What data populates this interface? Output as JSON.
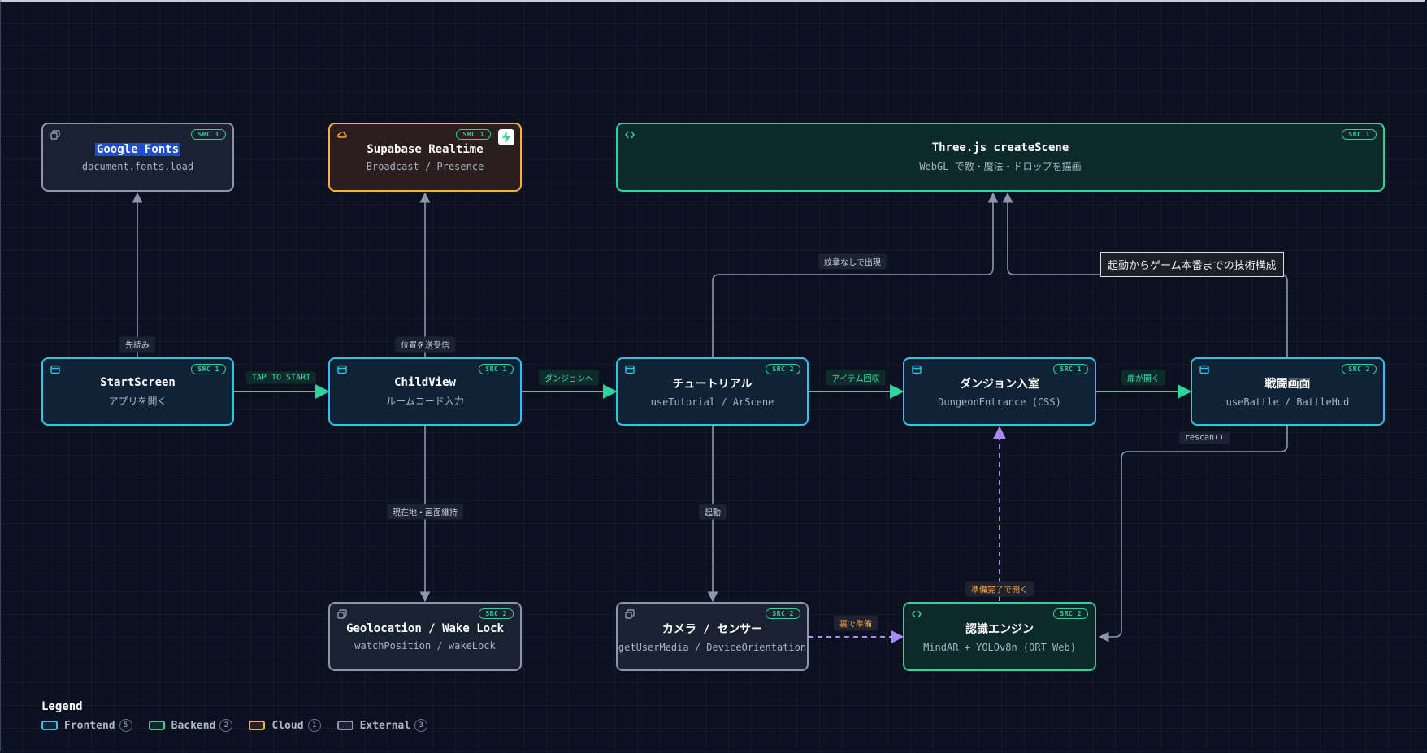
{
  "nodes": {
    "google_fonts": {
      "title": "Google Fonts",
      "sub": "document.fonts.load",
      "src": "SRC 1"
    },
    "supabase": {
      "title": "Supabase Realtime",
      "sub": "Broadcast / Presence",
      "src": "SRC 1"
    },
    "threejs": {
      "title": "Three.js createScene",
      "sub": "WebGL で敵・魔法・ドロップを描画",
      "src": "SRC 1"
    },
    "start_screen": {
      "title": "StartScreen",
      "sub": "アプリを開く",
      "src": "SRC 1"
    },
    "child_view": {
      "title": "ChildView",
      "sub": "ルームコード入力",
      "src": "SRC 1"
    },
    "tutorial": {
      "title": "チュートリアル",
      "sub": "useTutorial / ArScene",
      "src": "SRC 2"
    },
    "dungeon": {
      "title": "ダンジョン入室",
      "sub": "DungeonEntrance (CSS)",
      "src": "SRC 1"
    },
    "battle": {
      "title": "戦闘画面",
      "sub": "useBattle / BattleHud",
      "src": "SRC 2"
    },
    "geolocation": {
      "title": "Geolocation / Wake Lock",
      "sub": "watchPosition / wakeLock",
      "src": "SRC 2"
    },
    "camera": {
      "title": "カメラ / センサー",
      "sub": "getUserMedia / DeviceOrientation",
      "src": "SRC 2"
    },
    "recognition": {
      "title": "認識エンジン",
      "sub": "MindAR + YOLOv8n (ORT Web)",
      "src": "SRC 2"
    }
  },
  "edges": {
    "prefetch": "先読み",
    "tap_to_start": "TAP TO START",
    "position_sync": "位置を送受信",
    "to_dungeon": "ダンジョンへ",
    "appear_no_marker": "紋章なしで出現",
    "item_collect": "アイテム回収",
    "door_open": "扉が開く",
    "rescan": "rescan()",
    "location_screen": "現在地・画面維持",
    "launch": "起動",
    "prepare_behind": "裏で準備",
    "open_when_ready": "準備完了で開く"
  },
  "tooltip": "起動からゲーム本番までの技術構成",
  "legend": {
    "title": "Legend",
    "items": [
      {
        "name": "Frontend",
        "count": "5",
        "color": "#2ec4e8"
      },
      {
        "name": "Backend",
        "count": "2",
        "color": "#2fd39c"
      },
      {
        "name": "Cloud",
        "count": "1",
        "color": "#f0b43a"
      },
      {
        "name": "External",
        "count": "3",
        "color": "#8e97a8"
      }
    ]
  },
  "colors": {
    "frontend": "#2ec4e8",
    "backend": "#2fd39c",
    "cloud": "#f0b43a",
    "external": "#8e97a8",
    "flow_edge": "#2fd39c",
    "dep_edge": "#8e97a8",
    "async_edge": "#a78bfa"
  }
}
